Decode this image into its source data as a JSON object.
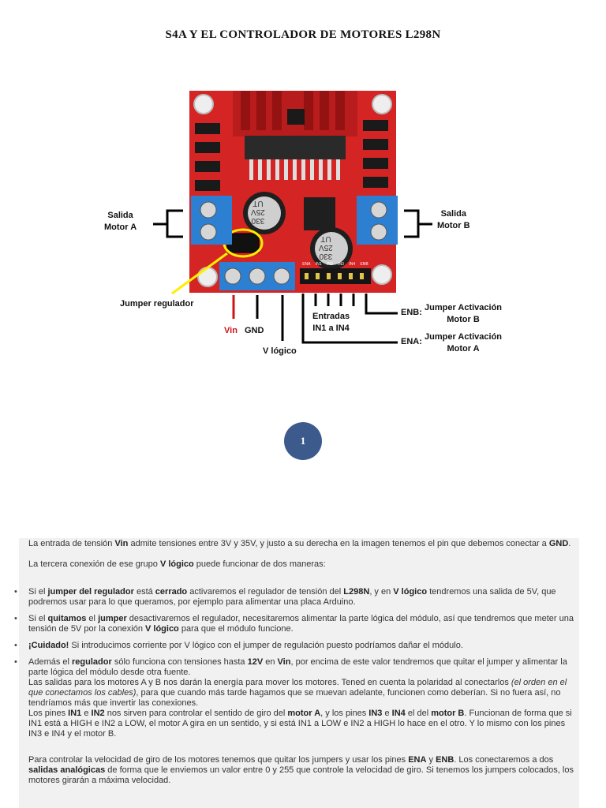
{
  "title": "S4A Y EL CONTROLADOR DE MOTORES L298N",
  "figure": {
    "salida_a": [
      "Salida",
      "Motor A"
    ],
    "salida_b": [
      "Salida",
      "Motor B"
    ],
    "jumper_regulador": "Jumper regulador",
    "vin": "Vin",
    "gnd": "GND",
    "v_logico": "V lógico",
    "entradas": [
      "Entradas",
      "IN1 a IN4"
    ],
    "enb": "ENB:",
    "ena": "ENA:",
    "jumper_b": [
      "Jumper Activación",
      "Motor B"
    ],
    "jumper_a": [
      "Jumper Activación",
      "Motor A"
    ],
    "cap_left": [
      "330",
      "25V",
      "UT"
    ],
    "cap_right": [
      "330",
      "25V",
      "UT"
    ],
    "pin_labels": [
      "ENA",
      "IN1",
      "IN2",
      "IN3",
      "IN4",
      "ENB"
    ]
  },
  "page_number": "1",
  "body": {
    "p1": {
      "a": "La entrada de tensión ",
      "b1": "Vin",
      "c": " admite tensiones entre 3V y 35V, y justo a su derecha en la imagen tenemos el pin que debemos conectar a ",
      "b2": "GND",
      "d": "."
    },
    "p2": {
      "a": "La tercera conexión de ese grupo ",
      "b1": "V lógico",
      "c": " puede funcionar de dos maneras:"
    },
    "li1": {
      "a": "Si el ",
      "b1": "jumper del regulador",
      "c": " está ",
      "b2": "cerrado",
      "d": " activaremos el regulador de tensión del ",
      "b3": "L298N",
      "e": ", y en ",
      "b4": "V lógico",
      "f": " tendremos una salida de 5V, que podremos usar para lo que queramos, por ejemplo para alimentar una placa Arduino."
    },
    "li2": {
      "a": "Si el ",
      "b1": "quitamos",
      "c": " el ",
      "b2": "jumper",
      "d": " desactivaremos el regulador, necesitaremos alimentar la parte lógica del módulo, así que tendremos que meter una tensión de 5V por la conexión ",
      "b3": "V lógico",
      "e": " para que el módulo funcione."
    },
    "li3": {
      "b1": "¡Cuidado!",
      "a": " Si introducimos corriente por V lógico con el jumper de regulación puesto podríamos dañar el módulo."
    },
    "li4": {
      "a": "Además el ",
      "b1": "regulador",
      "c": " sólo funciona con tensiones hasta ",
      "b2": "12V",
      "d": " en ",
      "b3": "Vin",
      "e": ", por encima de este valor tendremos que quitar el jumper y alimentar la parte lógica del módulo desde otra fuente."
    },
    "p3": {
      "a": "Las salidas para los motores A y B nos darán la energía para mover los motores. Tened en cuenta la polaridad al conectarlos ",
      "i1": "(el orden en el que conectamos los cables)",
      "c": ", para que cuando más tarde hagamos que se muevan adelante, funcionen como deberían. Si no fuera así, no tendríamos más que invertir las conexiones."
    },
    "p4": {
      "a": "Los pines ",
      "b1": "IN1",
      "c": " e ",
      "b2": "IN2",
      "d": " nos sirven para controlar el sentido de giro del ",
      "b3": "motor A",
      "e": ", y los pines ",
      "b4": "IN3",
      "f": " e ",
      "b5": "IN4",
      "g": " el del ",
      "b6": "motor B",
      "h": ". Funcionan de forma que si IN1 está a HIGH e IN2 a LOW, el motor A gira en un sentido, y si está IN1 a LOW e IN2 a HIGH lo hace en el otro. Y lo mismo con los pines IN3 e IN4 y el motor B."
    },
    "p5": {
      "a": "Para controlar la velocidad de giro de los motores tenemos que quitar los jumpers y usar los pines ",
      "b1": "ENA",
      "c": " y ",
      "b2": "ENB",
      "d": ". Los conectaremos a dos ",
      "b3": "salidas analógicas",
      "e": " de forma que le enviemos un valor entre 0 y 255 que controle la velocidad de giro. Si  tenemos los jumpers colocados, los motores girarán a máxima velocidad."
    }
  }
}
